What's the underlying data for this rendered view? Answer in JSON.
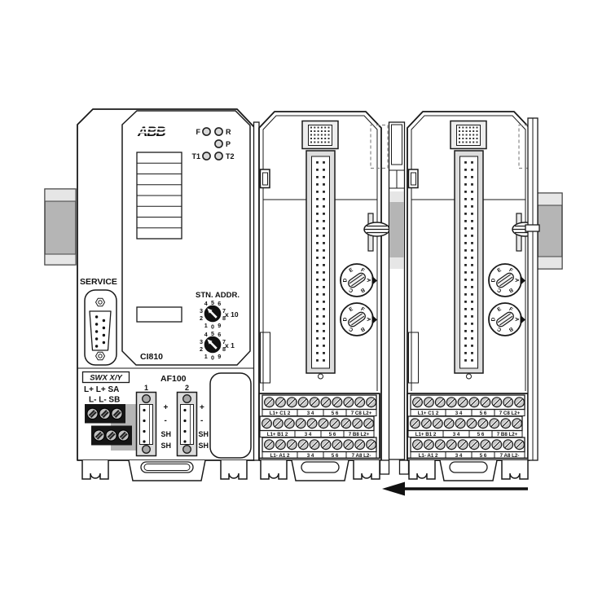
{
  "colors": {
    "line": "#1a1a1a",
    "rail_dark": "#b5b5b5",
    "rail_light": "#e6e6e6",
    "panel_gray": "#dcdcdc",
    "block_black": "#161616"
  },
  "ci810": {
    "brand": "ABB",
    "leds": {
      "f": "F",
      "r": "R",
      "p": "P",
      "t1": "T1",
      "t2": "T2"
    },
    "service": "SERVICE",
    "stn_addr": "STN. ADDR.",
    "dial_digits": [
      "0",
      "1",
      "2",
      "3",
      "4",
      "5",
      "6",
      "7",
      "8",
      "9"
    ],
    "x10": "x 10",
    "x1": "x 1",
    "model": "CI810",
    "swx": "SWX X/Y",
    "pwr1": "L+ L+ SA",
    "pwr2": "L- L- SB",
    "af100": "AF100",
    "conn1": "1",
    "conn2": "2",
    "pins": {
      "plus": "+",
      "minus": "-",
      "sh": "SH"
    }
  },
  "io_module": {
    "dial_letters": [
      "A",
      "B",
      "C",
      "D",
      "E",
      "F"
    ],
    "terminal_rows": [
      {
        "cells": [
          "L1+ C1 2",
          "3 4",
          "5 6",
          "7 C8 L2+"
        ]
      },
      {
        "cells": [
          "L1+ B1 2",
          "3 4",
          "5 6",
          "7 B8 L2+"
        ]
      },
      {
        "cells": [
          "L1- A1 2",
          "3 4",
          "5 6",
          "7 A8 L2-"
        ]
      }
    ]
  }
}
